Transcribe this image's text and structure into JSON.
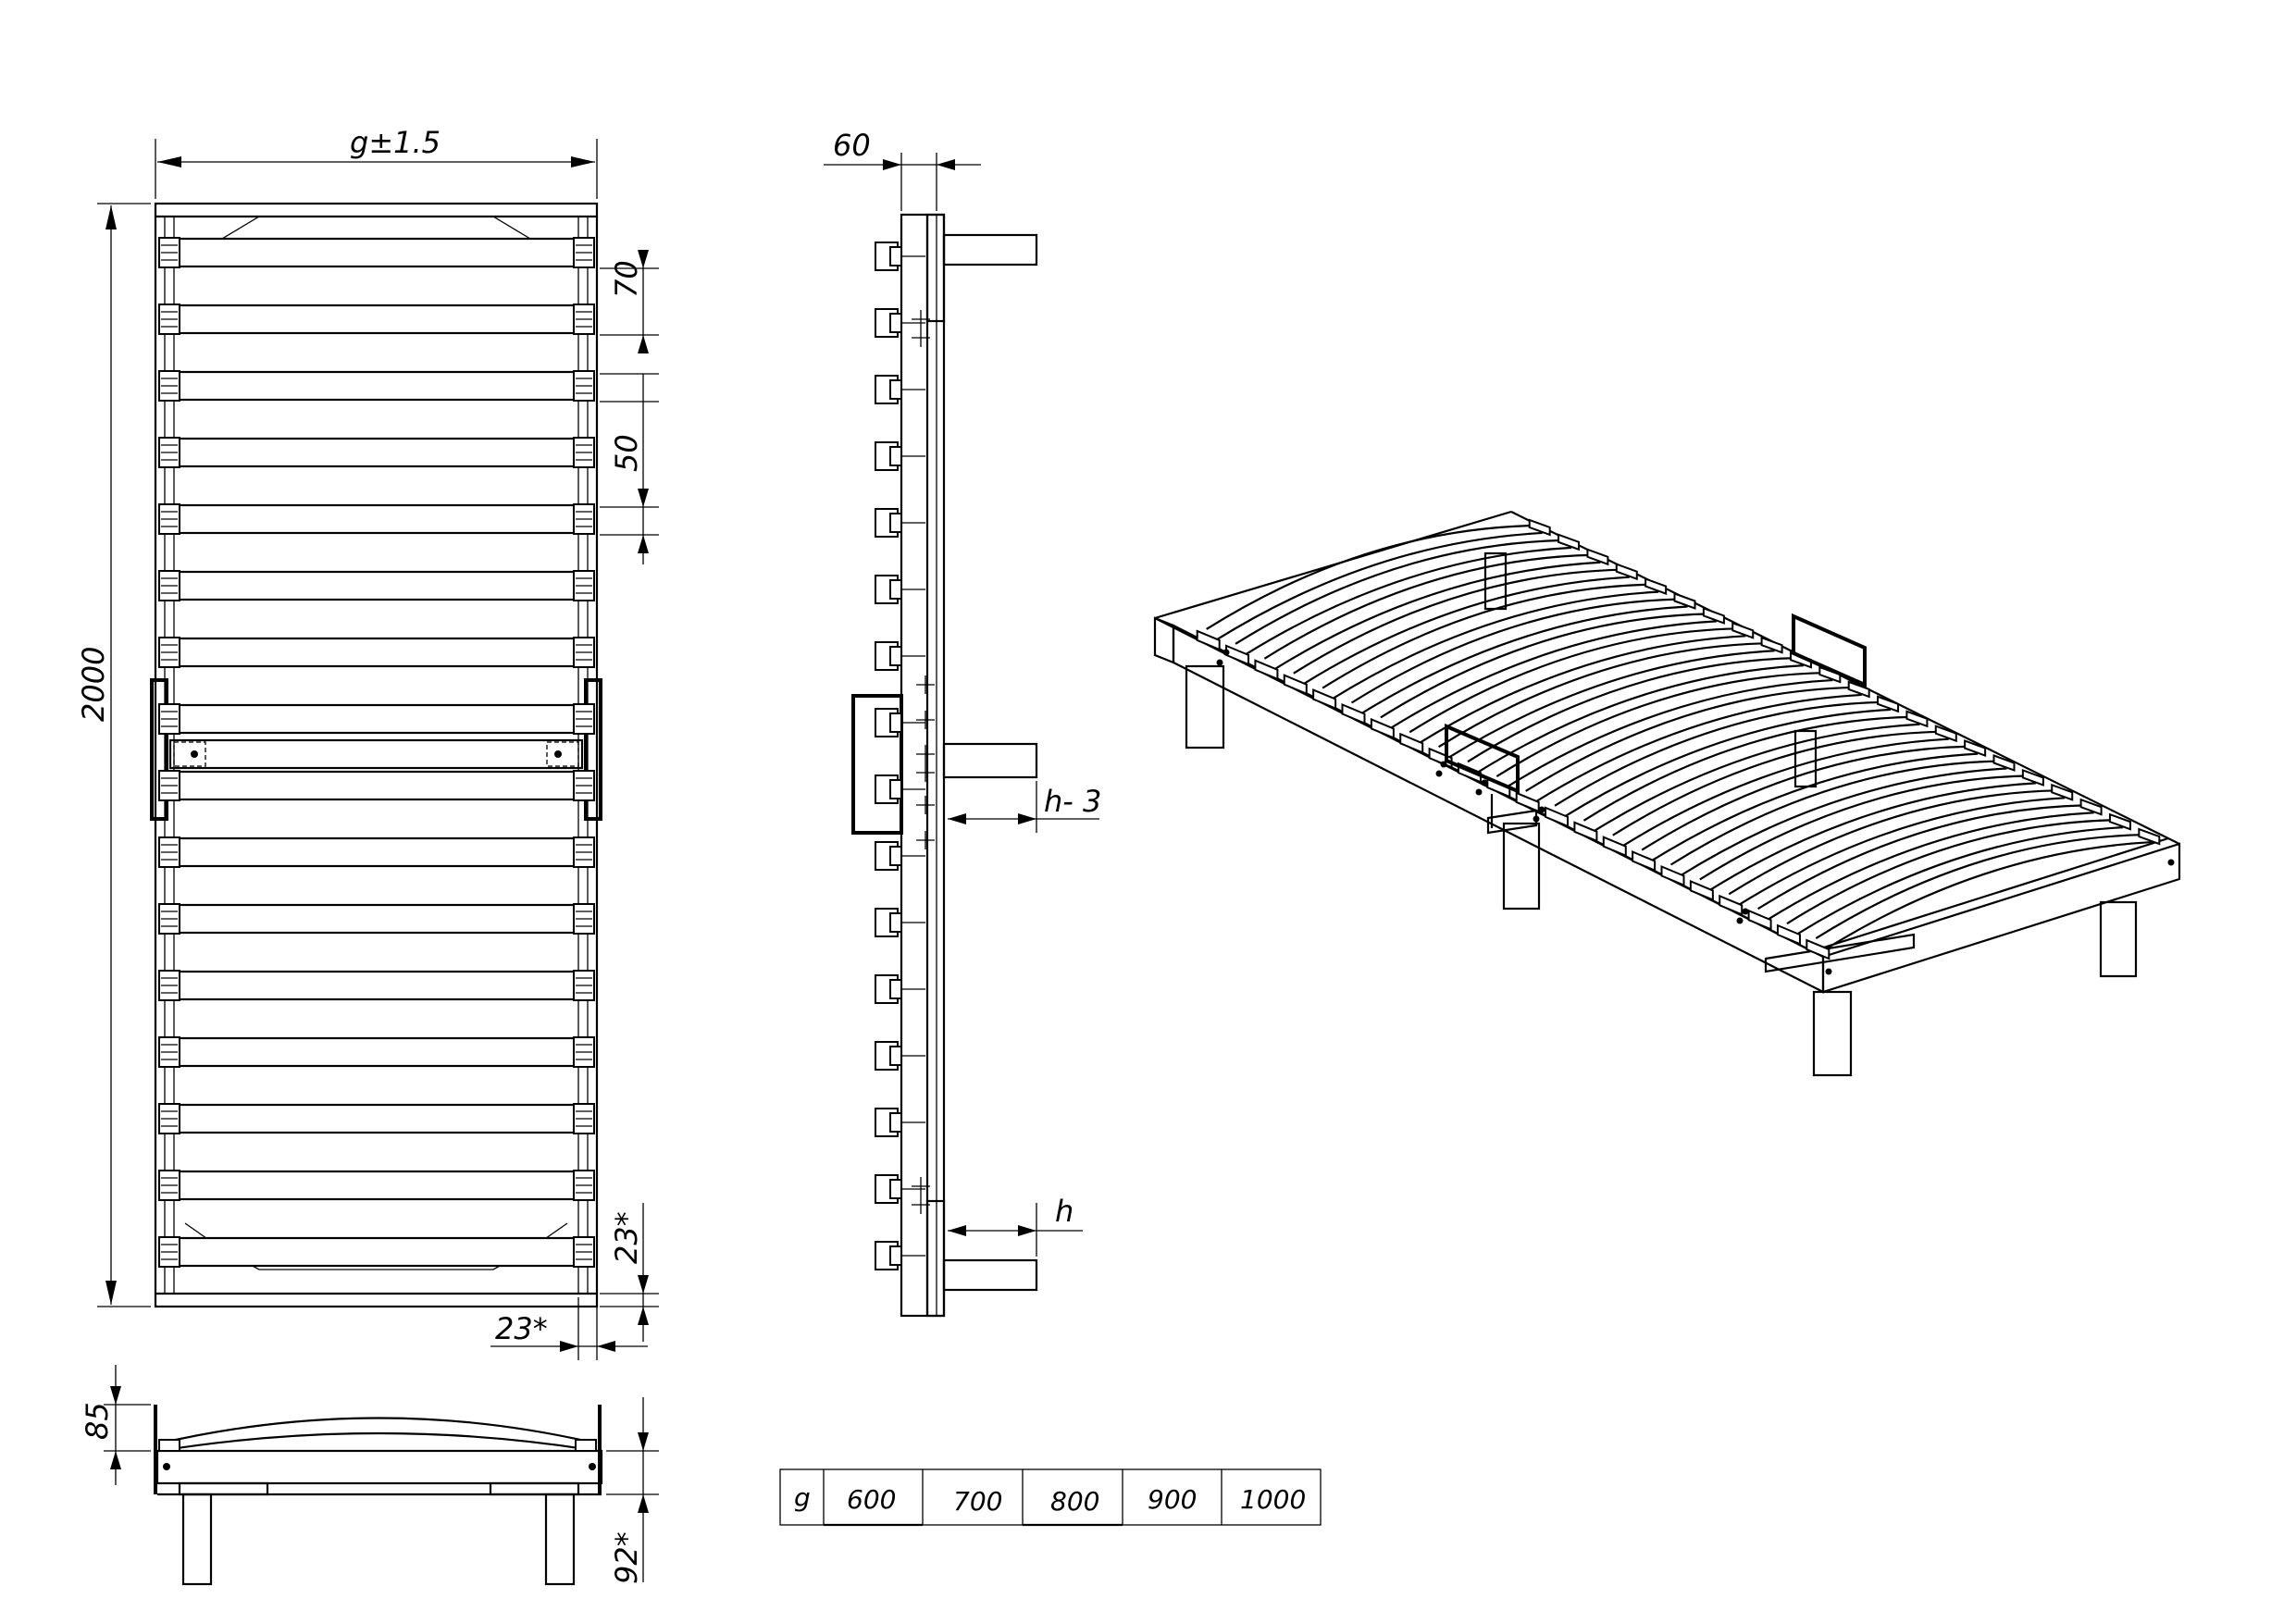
{
  "top_view": {
    "width_label": "g±1.5",
    "length_label": "2000",
    "slat_pitch_label": "70",
    "slat_width_label": "50",
    "edge_offset_v_label": "23*",
    "edge_offset_h_label": "23*",
    "slat_count": 16
  },
  "side_view": {
    "rail_width_label": "60",
    "mid_leg_label": "h- 3",
    "end_leg_label": "h",
    "slat_count": 16
  },
  "end_view": {
    "height_label": "85",
    "leg_label": "92*"
  },
  "size_table": {
    "header": "g",
    "values": [
      "600",
      "700",
      "800",
      "900",
      "1000"
    ]
  },
  "perspective_view": {
    "slat_count": 22
  }
}
